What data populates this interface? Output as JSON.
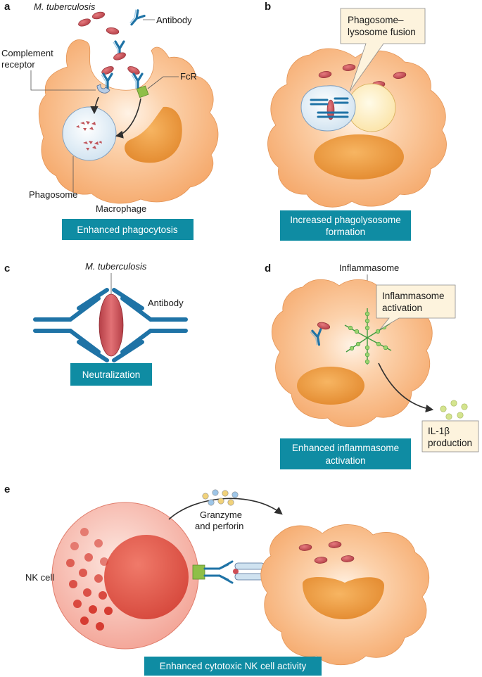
{
  "panels": {
    "a": {
      "letter": "a",
      "mtb": "M. tuberculosis",
      "antibody": "Antibody",
      "complement_line1": "Complement",
      "complement_line2": "receptor",
      "fcr": "FcR",
      "phagosome": "Phagosome",
      "macrophage": "Macrophage",
      "box": "Enhanced phagocytosis"
    },
    "b": {
      "letter": "b",
      "callout_line1": "Phagosome–",
      "callout_line2": "lysosome fusion",
      "box_line1": "Increased phagolysosome",
      "box_line2": "formation"
    },
    "c": {
      "letter": "c",
      "mtb": "M. tuberculosis",
      "antibody": "Antibody",
      "box": "Neutralization"
    },
    "d": {
      "letter": "d",
      "inflammasome": "Inflammasome",
      "callout_line1": "Inflammasome",
      "callout_line2": "activation",
      "il_line1": "IL-1β",
      "il_line2": "production",
      "box_line1": "Enhanced inflammasome",
      "box_line2": "activation"
    },
    "e": {
      "letter": "e",
      "granzyme_line1": "Granzyme",
      "granzyme_line2": "and perforin",
      "nk": "NK cell",
      "box": "Enhanced cytotoxic NK cell activity"
    }
  },
  "colors": {
    "macrophage": "#f7b57e",
    "nucleus": "#ec9640",
    "bacterium": "#c8545a",
    "antibody": "#1f73a6",
    "panel_box": "#0f8ca3",
    "callout": "#fdf3dd",
    "fcr": "#8fbf48",
    "nk_cell": "#e6705e"
  },
  "icons": [
    "antibody-icon",
    "bacterium-icon",
    "complement-receptor-icon",
    "fcr-icon",
    "inflammasome-icon"
  ]
}
